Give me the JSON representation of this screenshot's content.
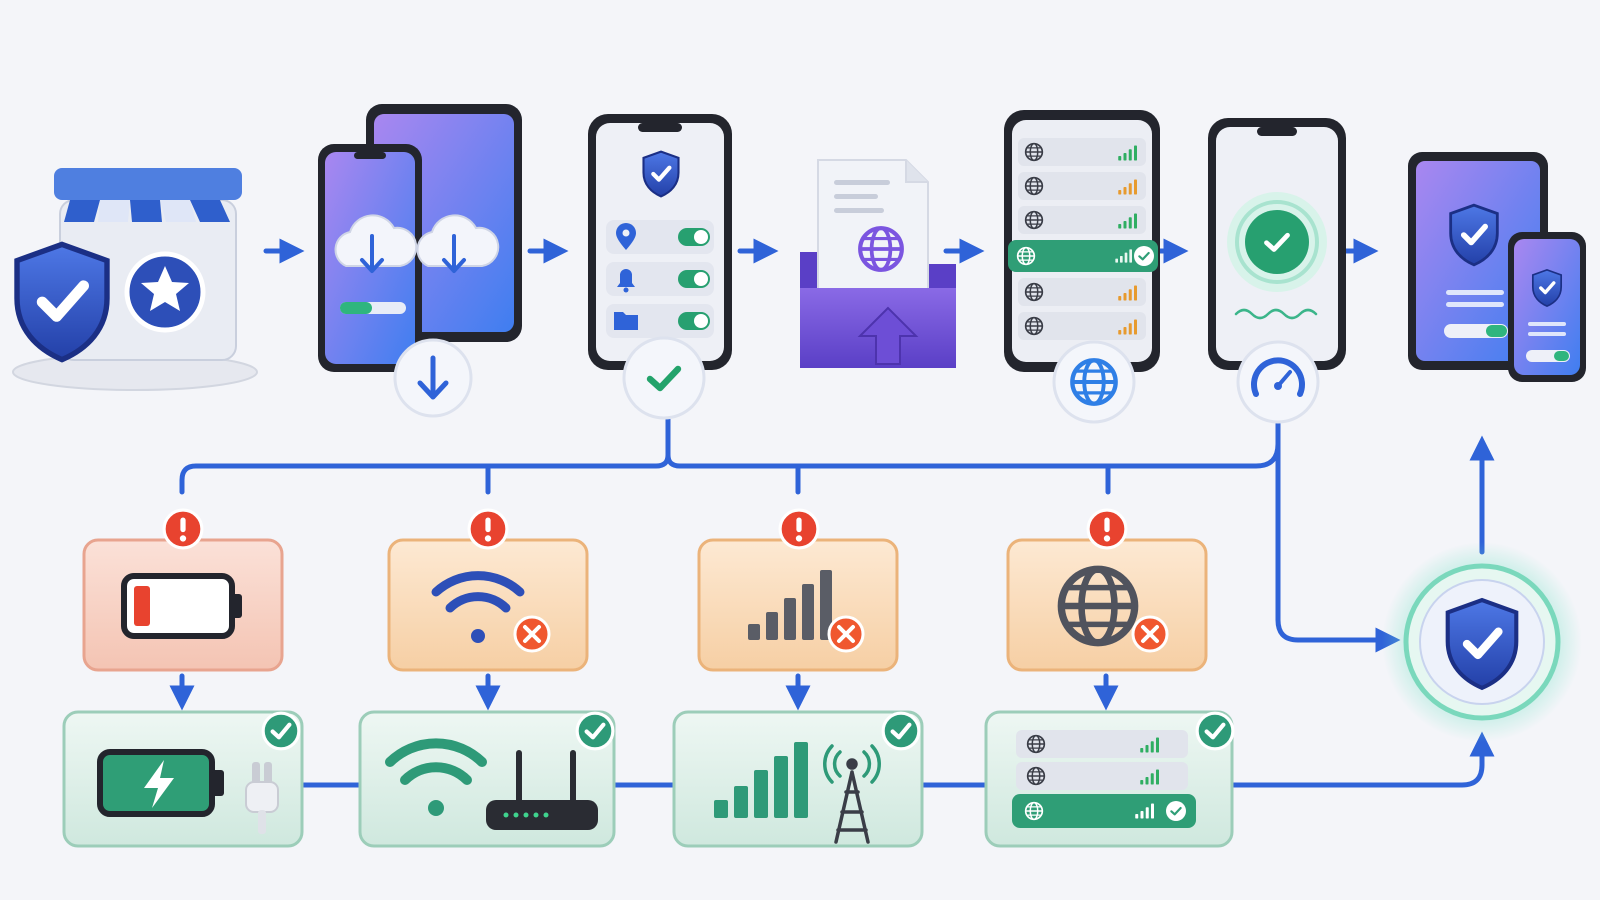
{
  "colors": {
    "background": "#f4f5f9",
    "flow_blue": "#2f63d8",
    "shield_blue": "#2d4fb8",
    "device_frame": "#23252d",
    "screen_gradient_start": "#9f86ef",
    "screen_gradient_end": "#4f86f0",
    "purple": "#6d4ed6",
    "toggle_green": "#27a070",
    "success_teal": "#2fae7f",
    "alert_red": "#e8432f",
    "problem_card_red": "#f7d4c9",
    "problem_card_orange": "#fae0c6",
    "solution_card": "#dcefe8",
    "signal_orange": "#e79a2e",
    "grey_icon": "#5a5d66"
  },
  "steps": [
    {
      "id": "app-store",
      "icon": "store-icon"
    },
    {
      "id": "download",
      "icon": "cloud-download-icon"
    },
    {
      "id": "permissions",
      "icon": "toggle-list-icon"
    },
    {
      "id": "import-config",
      "icon": "folder-upload-icon"
    },
    {
      "id": "server-select",
      "icon": "server-list-icon"
    },
    {
      "id": "connected",
      "icon": "check-circle-icon"
    },
    {
      "id": "protected-devices",
      "icon": "shield-check-icon"
    }
  ],
  "problems": [
    {
      "id": "low-battery",
      "icon": "battery-low-icon",
      "alert": "!"
    },
    {
      "id": "no-wifi",
      "icon": "wifi-off-icon",
      "alert": "!"
    },
    {
      "id": "weak-signal",
      "icon": "signal-off-icon",
      "alert": "!"
    },
    {
      "id": "no-internet",
      "icon": "globe-off-icon",
      "alert": "!"
    }
  ],
  "fixes": [
    {
      "id": "charge-battery",
      "icon": "battery-charging-icon"
    },
    {
      "id": "connect-router",
      "icon": "wifi-router-icon"
    },
    {
      "id": "cell-tower",
      "icon": "signal-tower-icon"
    },
    {
      "id": "switch-server",
      "icon": "server-switch-icon"
    }
  ],
  "final_state": {
    "icon": "shield-check-icon"
  }
}
